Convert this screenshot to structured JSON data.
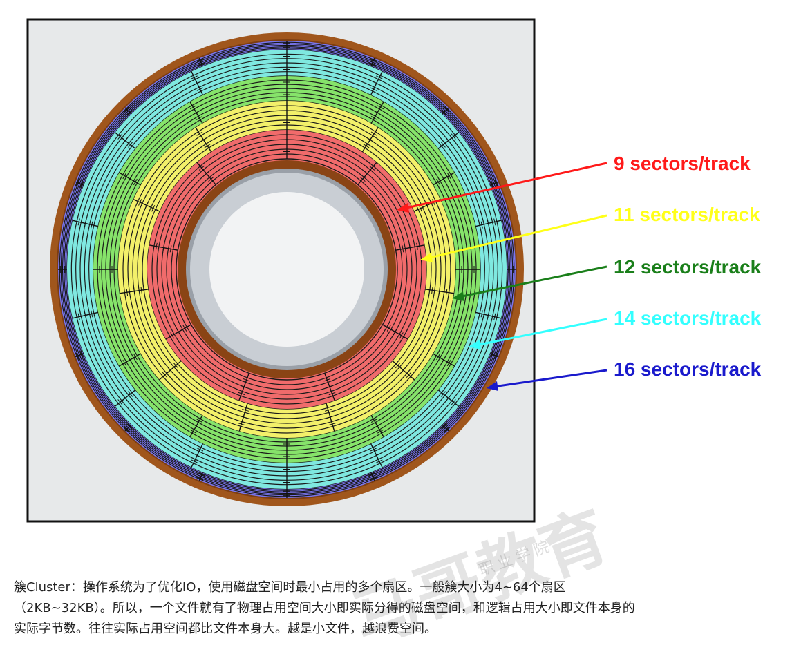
{
  "labels": [
    {
      "text": "9 sectors/track",
      "color": "#ff1a1a",
      "sectors": 9
    },
    {
      "text": "11 sectors/track",
      "color": "#ffff1a",
      "sectors": 11
    },
    {
      "text": "12 sectors/track",
      "color": "#1a7f1a",
      "sectors": 12
    },
    {
      "text": "14 sectors/track",
      "color": "#33ffff",
      "sectors": 14
    },
    {
      "text": "16 sectors/track",
      "color": "#1a1acc",
      "sectors": 16
    }
  ],
  "zones": [
    {
      "name": "red-zone",
      "fill": "#f06b6b",
      "sectors": 9
    },
    {
      "name": "yellow-zone",
      "fill": "#f3f06a",
      "sectors": 11
    },
    {
      "name": "green-zone",
      "fill": "#86e36a",
      "sectors": 12
    },
    {
      "name": "cyan-zone",
      "fill": "#7fe8e0",
      "sectors": 14
    },
    {
      "name": "blue-zone",
      "fill": "#7a76ef",
      "sectors": 16
    }
  ],
  "caption": {
    "line1": "簇Cluster：操作系统为了优化IO，使用磁盘空间时最小占用的多个扇区。一般簇大小为4~64个扇区",
    "line2": "（2KB~32KB）。所以，一个文件就有了物理占用空间大小即实际分得的磁盘空间，和逻辑占用大小即文件本身的",
    "line3": "实际字节数。往往实际占用空间都比文件本身大。越是小文件，越浪费空间。"
  },
  "watermark": {
    "main": "马哥教育",
    "sub": "职业学院"
  }
}
